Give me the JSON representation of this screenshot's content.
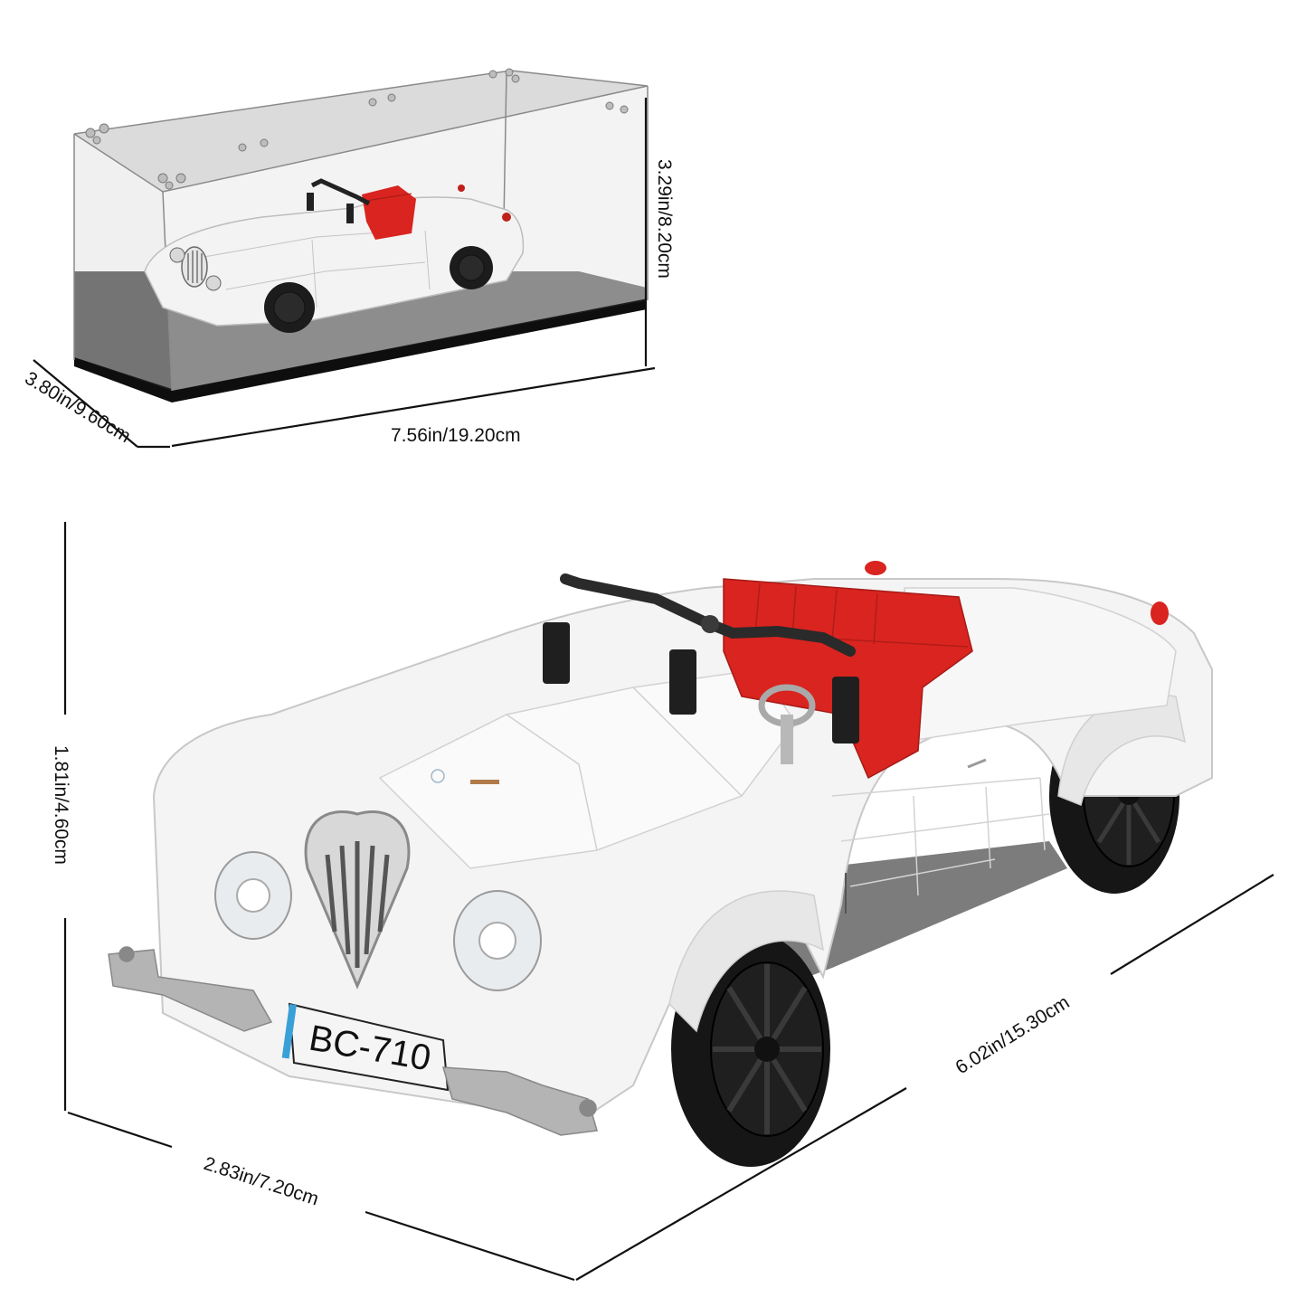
{
  "product": {
    "type": "building-block car model with acrylic display case",
    "body_color": "#f2f2f2",
    "seat_color": "#d9241f",
    "wheel_color": "#1c1c1c",
    "trim_color": "#a9a9a9",
    "license_plate": "BC-710"
  },
  "display_case": {
    "dimensions": {
      "height": "3.29in/8.20cm",
      "depth": "3.80in/9.60cm",
      "length": "7.56in/19.20cm"
    },
    "base_color": "#1e1e1e",
    "glass_tint": "#d9d9d9"
  },
  "car": {
    "dimensions": {
      "height": "1.81in/4.60cm",
      "width": "2.83in/7.20cm",
      "length": "6.02in/15.30cm"
    }
  }
}
